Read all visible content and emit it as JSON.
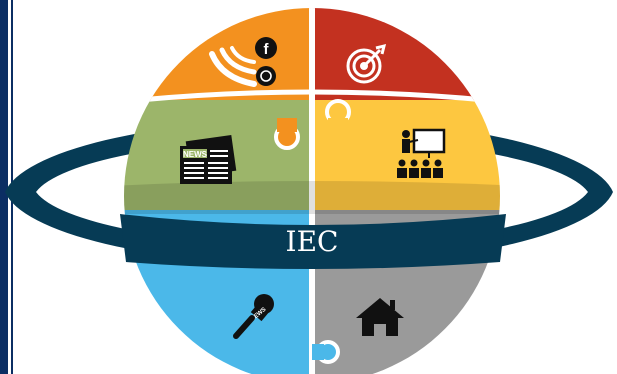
{
  "diagram": {
    "center_label": "IEC",
    "segments": [
      {
        "id": "social-media",
        "icon": "social-media-icon",
        "color": "#f3911f"
      },
      {
        "id": "target",
        "icon": "target-icon",
        "color": "#c33120"
      },
      {
        "id": "newspaper",
        "icon": "newspaper-icon",
        "color": "#9cb56a"
      },
      {
        "id": "training",
        "icon": "presentation-icon",
        "color": "#fdc740"
      },
      {
        "id": "media-interview",
        "icon": "microphone-icon",
        "color": "#4bb8e9"
      },
      {
        "id": "home-visit",
        "icon": "home-icon",
        "color": "#9a9a9a"
      }
    ],
    "ring_color": "#063b55",
    "newspaper_icon_text": "NEWS",
    "microphone_icon_text": "NEWS",
    "facebook_letter": "f"
  }
}
